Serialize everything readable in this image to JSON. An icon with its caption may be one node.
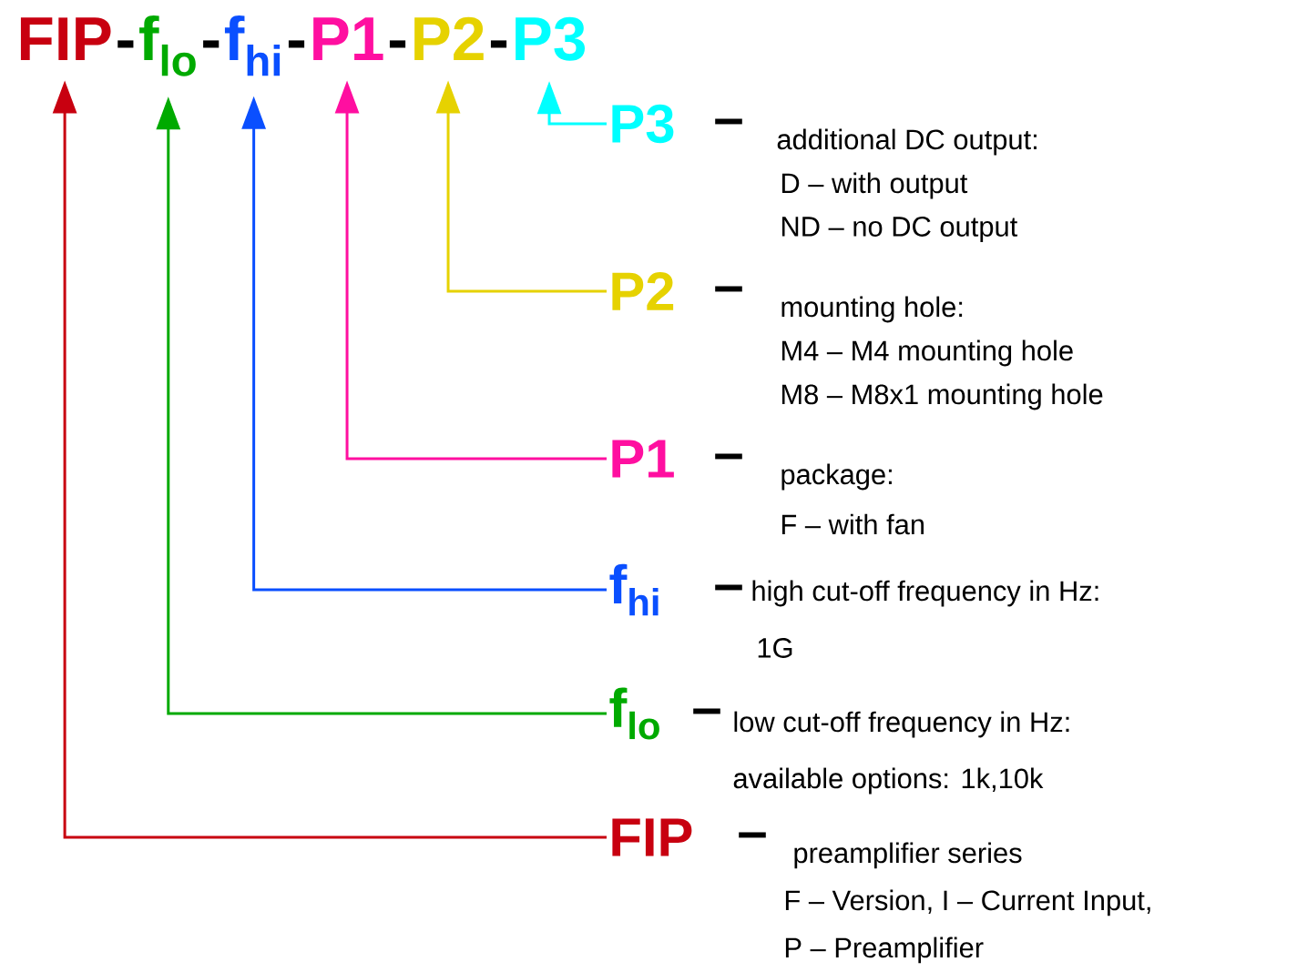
{
  "diagram": {
    "nodes": [
      {
        "text": [
          "FIP"
        ]
      },
      {
        "text": [
          "f$_{lo}$"
        ]
      },
      {
        "text": [
          "f$_{hi}$"
        ]
      },
      {
        "text": [
          "P1"
        ]
      },
      {
        "text": [
          "P2"
        ]
      },
      {
        "text": [
          "P3"
        ]
      },
      {
        "text": [
          "P3",
          "–",
          "additional DC output:",
          "D – with output",
          "ND – no DC output"
        ]
      },
      {
        "text": [
          "P2",
          "–",
          "mounting hole:",
          "M4 – M4 mounting hole",
          "M8 – M8x1 mounting hole"
        ]
      },
      {
        "text": [
          "P1",
          "–",
          "package:",
          "F – with fan"
        ]
      },
      {
        "text": [
          "f$_{hi}$",
          "–",
          "high cut-off frequency in Hz:",
          "1G"
        ]
      },
      {
        "text": [
          "f$_{lo}$",
          "–",
          "low cut-off frequency in Hz:",
          "available options: 1k,10k"
        ]
      },
      {
        "text": [
          "FIP",
          "–",
          "preamplifier series",
          "F – Version, I – Current Input,",
          "P – Preamplifier"
        ]
      }
    ],
    "edges": [
      {
        "from": 6,
        "to": 5,
        "arrow": "to",
        "color": "#00ffff"
      },
      {
        "from": 7,
        "to": 4,
        "arrow": "to",
        "color": "#e6d200"
      },
      {
        "from": 8,
        "to": 3,
        "arrow": "to",
        "color": "#ff0fa0"
      },
      {
        "from": 9,
        "to": 2,
        "arrow": "to",
        "color": "#0a4fff"
      },
      {
        "from": 10,
        "to": 1,
        "arrow": "to",
        "color": "#00aa00"
      },
      {
        "from": 11,
        "to": 0,
        "arrow": "to",
        "color": "#c80010"
      }
    ],
    "labels": [
      "-",
      "-",
      "-",
      "-",
      "-"
    ]
  }
}
